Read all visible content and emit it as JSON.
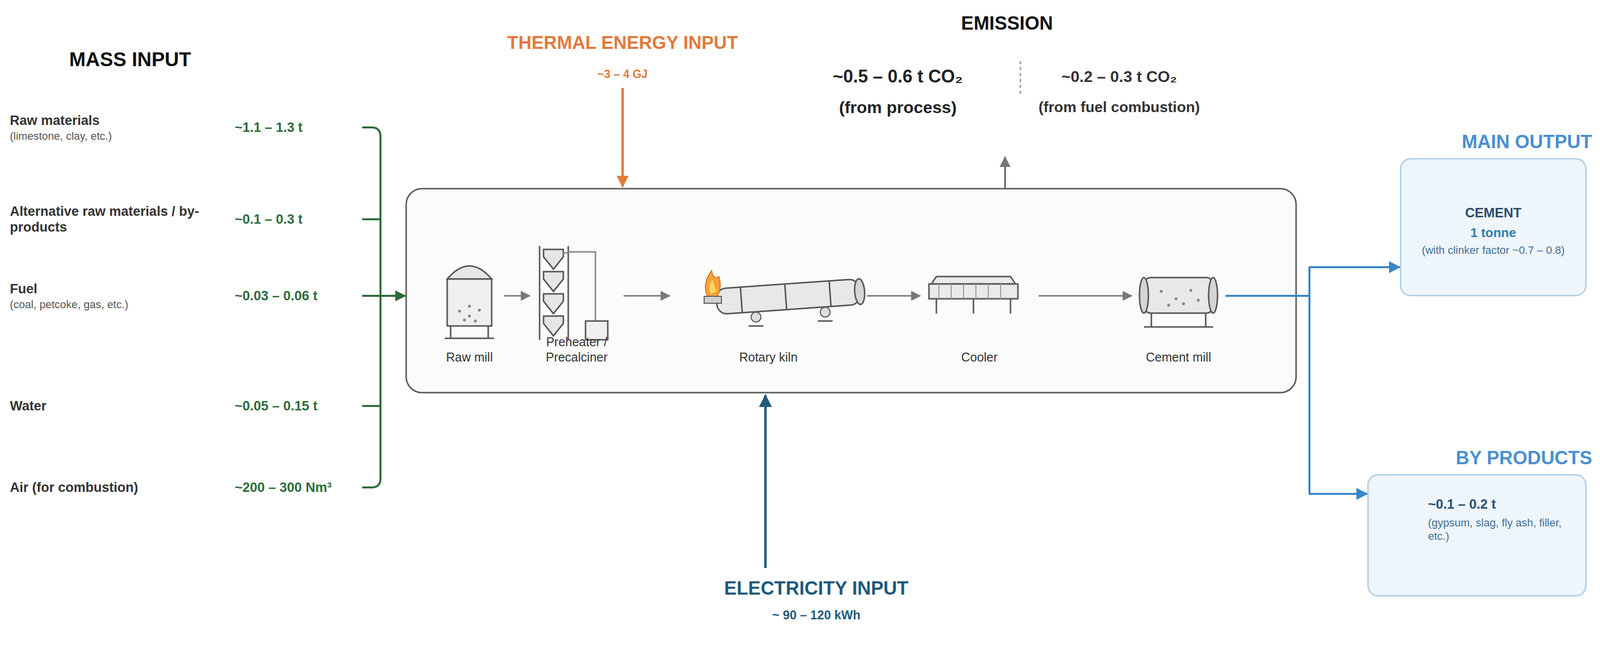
{
  "diagram": {
    "nodes": [
      {
        "text": [
          "Raw mill"
        ]
      },
      {
        "text": [
          "Preheater / Precalciner"
        ]
      },
      {
        "text": [
          "Rotary kiln"
        ]
      },
      {
        "text": [
          "Cooler"
        ]
      },
      {
        "text": [
          "Cement mill"
        ]
      },
      {
        "text": [
          "MAIN OUTPUT",
          "CEMENT",
          "1 tonne",
          "(with clinker factor ~0.7 – 0.8)"
        ]
      },
      {
        "text": [
          "BY PRODUCTS",
          "~0.1 – 0.2 t",
          "(gypsum, slag, fly ash, filler, etc.)"
        ]
      }
    ],
    "edges": [
      {
        "from": 0,
        "to": 1,
        "arrow": "to"
      },
      {
        "from": 1,
        "to": 2,
        "arrow": "to"
      },
      {
        "from": 2,
        "to": 3,
        "arrow": "to"
      },
      {
        "from": 3,
        "to": 4,
        "arrow": "to"
      },
      {
        "from": 4,
        "to": 5,
        "arrow": "to"
      },
      {
        "from": 4,
        "to": 6,
        "arrow": "to"
      }
    ],
    "labels": [
      "MASS INPUT",
      "Raw materials",
      "(limestone, clay, etc.)",
      "~1.1 – 1.3 t",
      "Alternative raw materials / by-products",
      "~0.1 – 0.3 t",
      "Fuel",
      "(coal, petcoke, gas, etc.)",
      "~0.03 – 0.06 t",
      "Water",
      "~0.05 – 0.15 t",
      "Air (for combustion)",
      "~200 – 300 Nm³",
      "THERMAL ENERGY INPUT",
      "~3 – 4 GJ",
      "EMISSION",
      "~0.5 – 0.6 t CO₂",
      "(from process)",
      "~0.2 – 0.3 t CO₂",
      "(from fuel combustion)",
      "ELECTRICITY INPUT",
      "~ 90 – 120 kWh"
    ]
  }
}
